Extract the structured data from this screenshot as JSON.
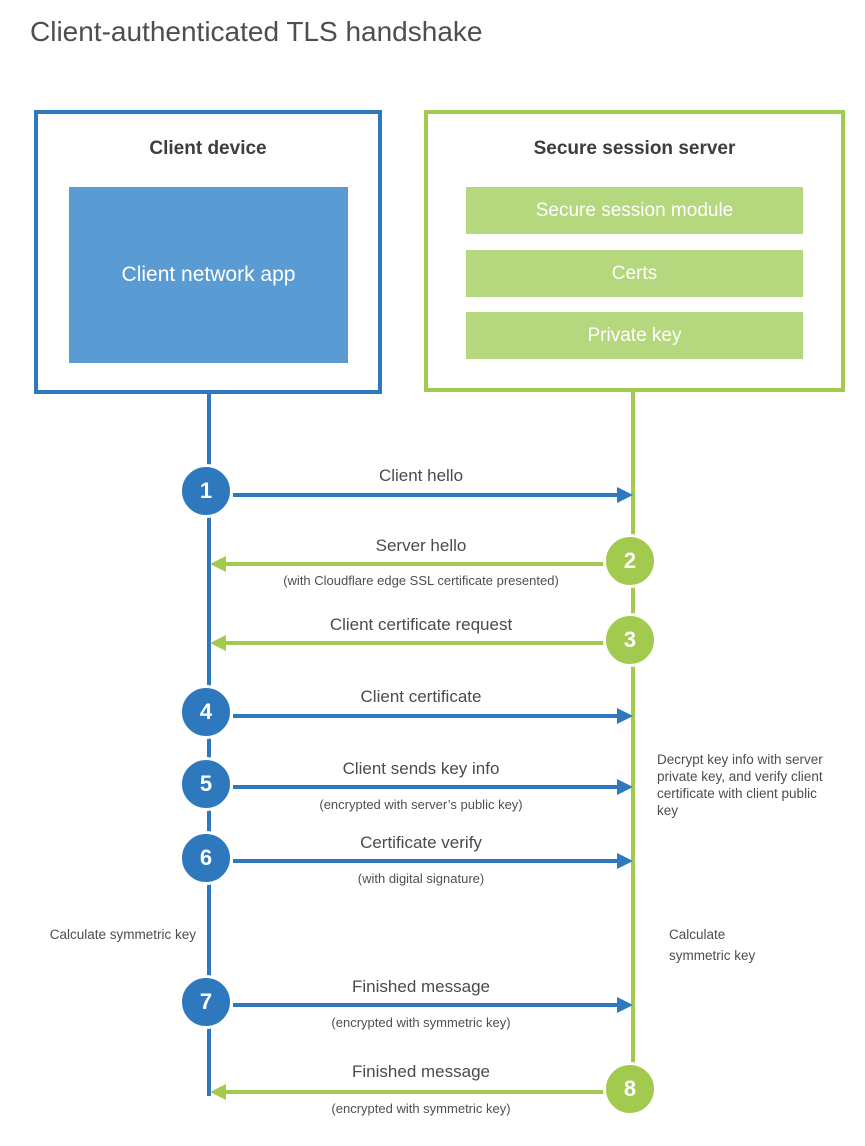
{
  "title": "Client-authenticated TLS handshake",
  "client_box": {
    "title": "Client device",
    "app_label": "Client network app"
  },
  "server_box": {
    "title": "Secure session server",
    "modules": {
      "module1": "Secure session module",
      "module2": "Certs",
      "module3": "Private key"
    }
  },
  "steps": [
    {
      "num": "1",
      "label": "Client hello",
      "sub": "",
      "direction": "client-to-server"
    },
    {
      "num": "2",
      "label": "Server hello",
      "sub": "(with Cloudflare edge SSL certificate presented)",
      "direction": "server-to-client"
    },
    {
      "num": "3",
      "label": "Client certificate request",
      "sub": "",
      "direction": "server-to-client"
    },
    {
      "num": "4",
      "label": "Client certificate",
      "sub": "",
      "direction": "client-to-server"
    },
    {
      "num": "5",
      "label": "Client sends key info",
      "sub": "(encrypted with server’s public key)",
      "direction": "client-to-server"
    },
    {
      "num": "6",
      "label": "Certificate verify",
      "sub": "(with digital signature)",
      "direction": "client-to-server"
    },
    {
      "num": "7",
      "label": "Finished message",
      "sub": "(encrypted with symmetric key)",
      "direction": "client-to-server"
    },
    {
      "num": "8",
      "label": "Finished message",
      "sub": "(encrypted with symmetric key)",
      "direction": "server-to-client"
    }
  ],
  "annotations": {
    "decrypt_note": "Decrypt key info with server private key, and verify client certificate with client public key",
    "calc_left": "Calculate symmetric key",
    "calc_right": "Calculate symmetric key"
  },
  "colors": {
    "client_blue": "#2e79bd",
    "client_fill_blue": "#5b9bd3",
    "server_green": "#a1ca4f",
    "server_fill_green": "#b5d77e",
    "heading_text": "#3d3d3d",
    "label_text": "#4b4b4b"
  }
}
